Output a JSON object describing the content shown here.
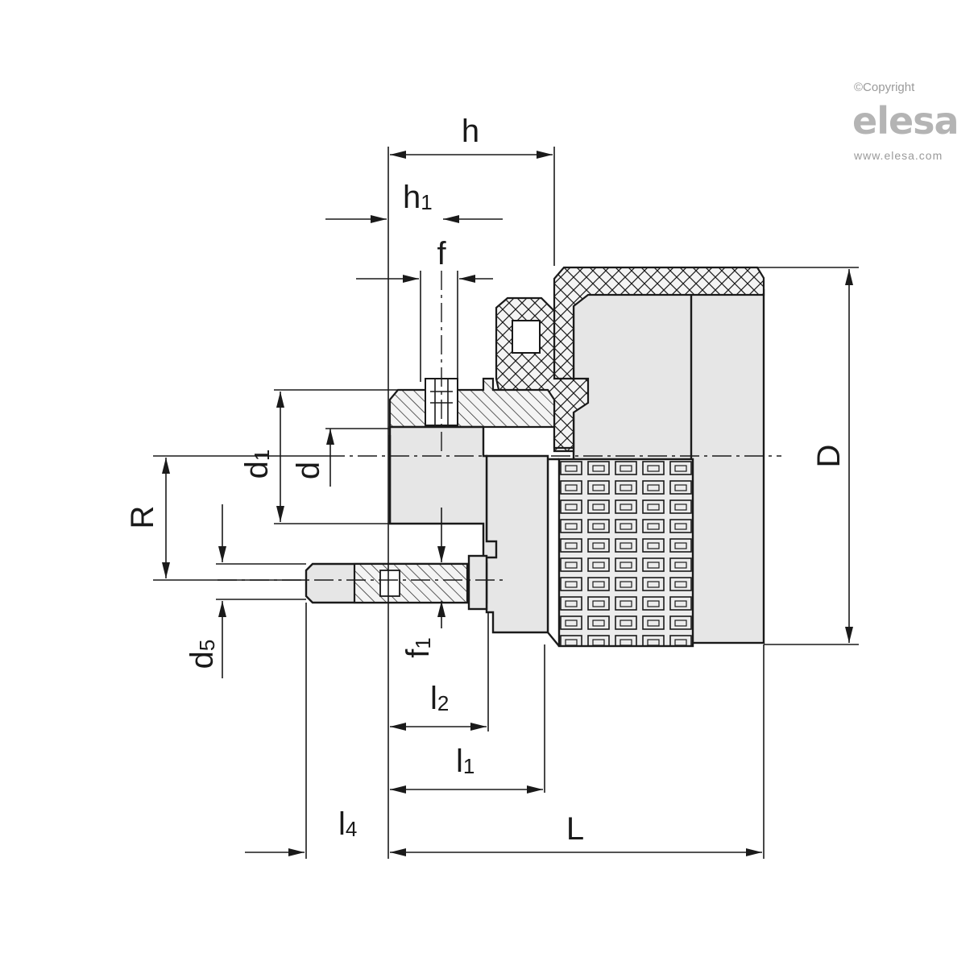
{
  "copyright": {
    "notice": "©Copyright",
    "brand": "elesa",
    "website": "www.elesa.com"
  },
  "dimensions": {
    "h": "h",
    "h1": {
      "base": "h",
      "sub": "1"
    },
    "f": "f",
    "f1": {
      "base": "f",
      "sub": "1"
    },
    "d": "d",
    "d1": {
      "base": "d",
      "sub": "1"
    },
    "d5": {
      "base": "d",
      "sub": "5"
    },
    "D": "D",
    "R": "R",
    "l1": {
      "base": "l",
      "sub": "1"
    },
    "l2": {
      "base": "l",
      "sub": "2"
    },
    "l4": {
      "base": "l",
      "sub": "4"
    },
    "L": "L"
  }
}
